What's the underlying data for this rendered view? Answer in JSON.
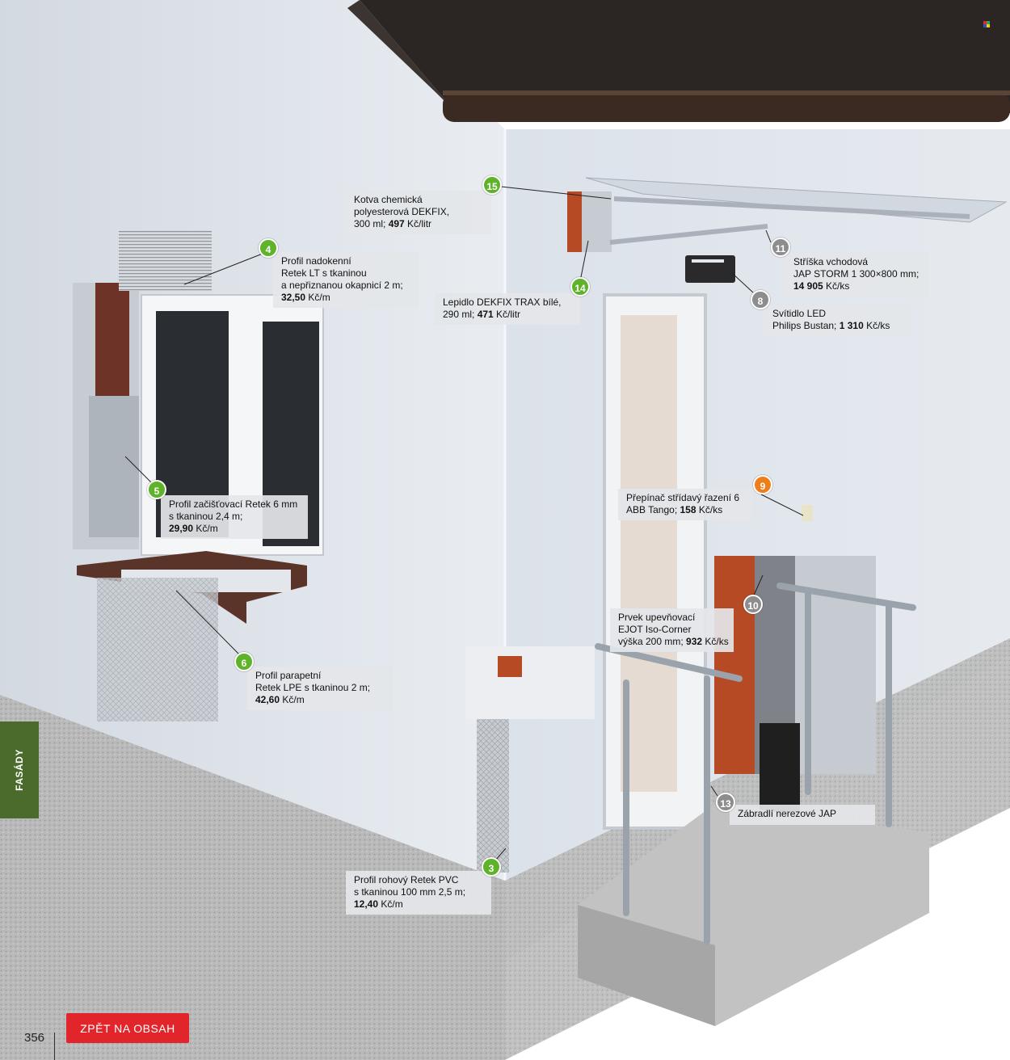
{
  "page": {
    "number": "356",
    "section_tab": "FASÁDY",
    "back_button": "ZPĚT NA OBSAH"
  },
  "callouts": [
    {
      "id": "15",
      "color": "green",
      "lines": [
        "Kotva chemická",
        "polyesterová DEKFIX,"
      ],
      "price_prefix": "300 ml; ",
      "price": "497",
      "price_unit": " Kč/litr"
    },
    {
      "id": "4",
      "color": "green",
      "lines": [
        "Profil nadokenní",
        "Retek LT s tkaninou",
        "a nepřiznanou okapnicí 2 m;"
      ],
      "price_prefix": "",
      "price": "32,50",
      "price_unit": " Kč/m"
    },
    {
      "id": "14",
      "color": "green",
      "lines": [
        "Lepidlo DEKFIX TRAX bílé,"
      ],
      "price_prefix": "290 ml; ",
      "price": "471",
      "price_unit": " Kč/litr"
    },
    {
      "id": "11",
      "color": "grey",
      "lines": [
        "Stříška vchodová",
        "JAP STORM 1 300×800 mm;"
      ],
      "price_prefix": "",
      "price": "14 905",
      "price_unit": " Kč/ks"
    },
    {
      "id": "8",
      "color": "grey",
      "lines": [
        "Svítidlo LED"
      ],
      "price_prefix": "Philips Bustan; ",
      "price": "1 310",
      "price_unit": " Kč/ks"
    },
    {
      "id": "5",
      "color": "green",
      "lines": [
        "Profil začišťovací Retek 6 mm",
        "s tkaninou 2,4 m;"
      ],
      "price_prefix": "",
      "price": "29,90",
      "price_unit": " Kč/m"
    },
    {
      "id": "9",
      "color": "orange",
      "lines": [
        "Přepínač střídavý řazení 6"
      ],
      "price_prefix": "ABB Tango; ",
      "price": "158",
      "price_unit": " Kč/ks"
    },
    {
      "id": "10",
      "color": "grey",
      "lines": [
        "Prvek upevňovací",
        "EJOT Iso-Corner"
      ],
      "price_prefix": "výška 200 mm; ",
      "price": "932",
      "price_unit": " Kč/ks"
    },
    {
      "id": "6",
      "color": "green",
      "lines": [
        "Profil parapetní",
        "Retek LPE s tkaninou 2 m;"
      ],
      "price_prefix": "",
      "price": "42,60",
      "price_unit": " Kč/m"
    },
    {
      "id": "13",
      "color": "grey",
      "lines": [
        "Zábradlí nerezové JAP"
      ],
      "price_prefix": "",
      "price": "",
      "price_unit": ""
    },
    {
      "id": "3",
      "color": "green",
      "lines": [
        "Profil rohový Retek PVC",
        "s tkaninou 100 mm 2,5 m;"
      ],
      "price_prefix": "",
      "price": "12,40",
      "price_unit": " Kč/m"
    }
  ],
  "colors": {
    "badge_green": "#5fb32b",
    "badge_grey": "#8d8d8d",
    "badge_orange": "#ef7d1a",
    "back_button": "#e2252b",
    "section_tab": "#4a6b2b"
  }
}
